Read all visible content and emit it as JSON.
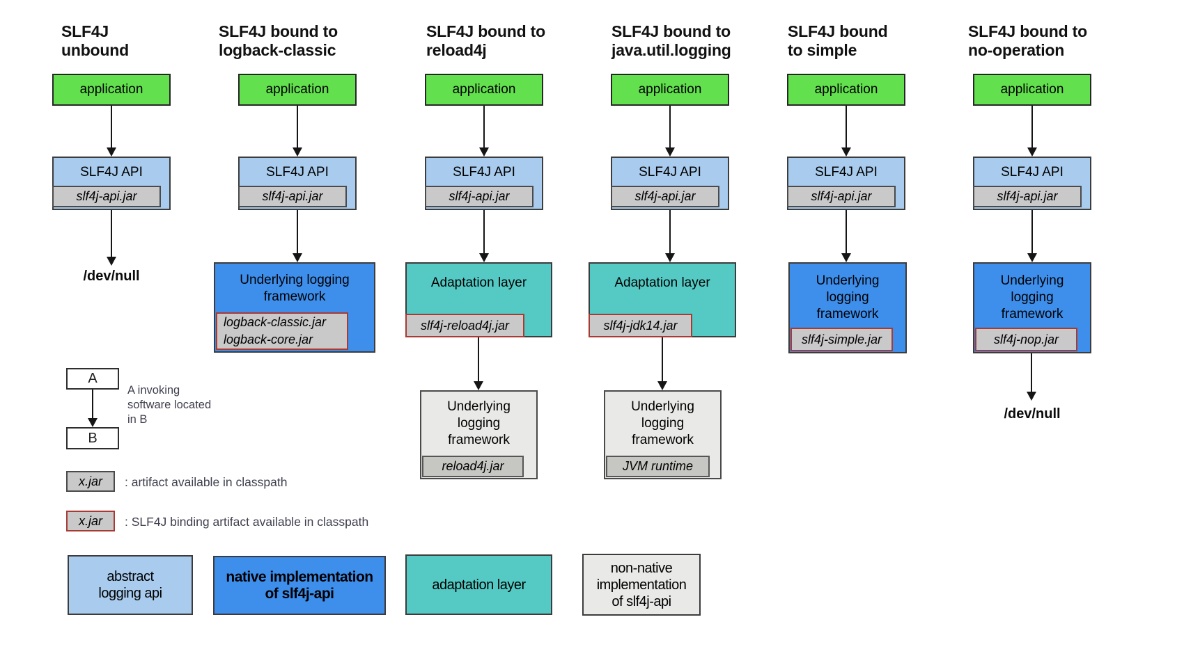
{
  "colors": {
    "application_green": "#62E04E",
    "abstract_api_light_blue": "#A8CBEE",
    "native_impl_blue": "#3E8EEC",
    "adaptation_teal": "#55CAC4",
    "non_native_gray": "#E9E9E7",
    "jar_gray": "#C9C9C9",
    "binding_border_red": "#A83A34",
    "box_border": "#3c3c3c"
  },
  "columns": [
    {
      "title": "SLF4J\nunbound",
      "app": "application",
      "api": "SLF4J API",
      "api_jar": "slf4j-api.jar",
      "dev_null": "/dev/null"
    },
    {
      "title": "SLF4J bound to\nlogback-classic",
      "app": "application",
      "api": "SLF4J API",
      "api_jar": "slf4j-api.jar",
      "framework": {
        "label": "Underlying logging\nframework",
        "jar": "logback-classic.jar\nlogback-core.jar"
      }
    },
    {
      "title": "SLF4J bound to\nreload4j",
      "app": "application",
      "api": "SLF4J API",
      "api_jar": "slf4j-api.jar",
      "adaptation": {
        "label": "Adaptation layer",
        "jar": "slf4j-reload4j.jar"
      },
      "underlying": {
        "label": "Underlying\nlogging\nframework",
        "jar": "reload4j.jar"
      }
    },
    {
      "title": "SLF4J bound to\njava.util.logging",
      "app": "application",
      "api": "SLF4J API",
      "api_jar": "slf4j-api.jar",
      "adaptation": {
        "label": "Adaptation layer",
        "jar": "slf4j-jdk14.jar"
      },
      "underlying": {
        "label": "Underlying\nlogging\nframework",
        "jar": "JVM runtime"
      }
    },
    {
      "title": "SLF4J bound\nto simple",
      "app": "application",
      "api": "SLF4J API",
      "api_jar": "slf4j-api.jar",
      "framework": {
        "label": "Underlying\nlogging\nframework",
        "jar": "slf4j-simple.jar"
      }
    },
    {
      "title": "SLF4J bound to\nno-operation",
      "app": "application",
      "api": "SLF4J API",
      "api_jar": "slf4j-api.jar",
      "framework": {
        "label": "Underlying\nlogging\nframework",
        "jar": "slf4j-nop.jar"
      },
      "dev_null": "/dev/null"
    }
  ],
  "legend": {
    "invoke": {
      "a": "A",
      "b": "B",
      "caption": "A invoking\nsoftware located\nin B"
    },
    "artifact": {
      "box": "x.jar",
      "caption": ": artifact available in classpath"
    },
    "binding": {
      "box": "x.jar",
      "caption": ": SLF4J binding artifact available in classpath"
    },
    "categories": [
      {
        "label": "abstract\nlogging api",
        "color": "#A8CBEE"
      },
      {
        "label": "native implementation\nof slf4j-api",
        "color": "#3E8EEC"
      },
      {
        "label": "adaptation layer",
        "color": "#55CAC4"
      },
      {
        "label": "non-native\nimplementation\nof slf4j-api",
        "color": "#E9E9E7"
      }
    ]
  }
}
